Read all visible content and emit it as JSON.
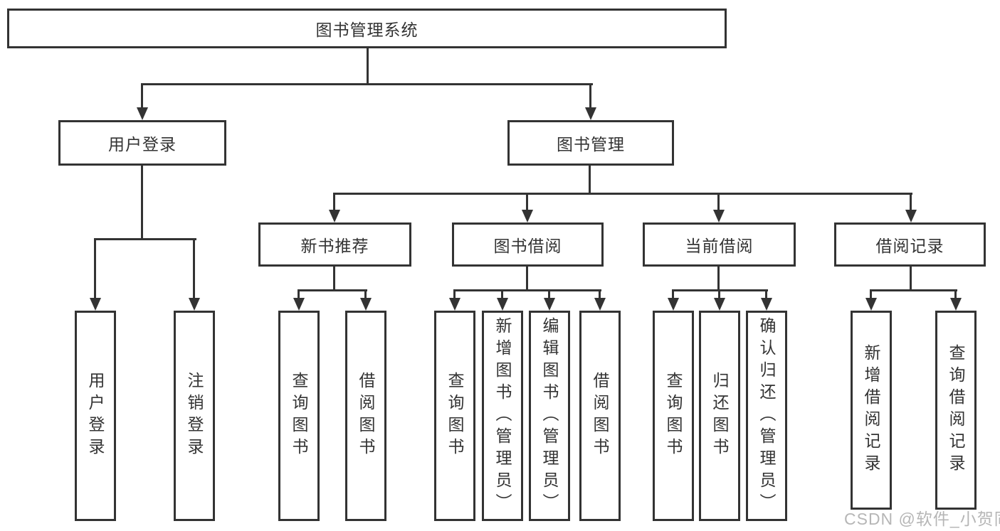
{
  "diagram_title": "图书管理系统",
  "nodes": {
    "root": {
      "label": "图书管理系统"
    },
    "user_login": {
      "label": "用户登录"
    },
    "book_mgmt": {
      "label": "图书管理"
    },
    "new_book_rec": {
      "label": "新书推荐"
    },
    "book_borrow": {
      "label": "图书借阅"
    },
    "current_borrow": {
      "label": "当前借阅"
    },
    "borrow_records": {
      "label": "借阅记录"
    },
    "leaf_user_login": {
      "label": "用户登录"
    },
    "leaf_logout": {
      "label": "注销登录"
    },
    "leaf_query_book_1": {
      "label": "查询图书"
    },
    "leaf_borrow_book_1": {
      "label": "借阅图书"
    },
    "leaf_query_book_2": {
      "label": "查询图书"
    },
    "leaf_add_book": {
      "label": "新增图书（管理员）"
    },
    "leaf_edit_book": {
      "label": "编辑图书（管理员）"
    },
    "leaf_borrow_book_2": {
      "label": "借阅图书"
    },
    "leaf_query_book_3": {
      "label": "查询图书"
    },
    "leaf_return_book": {
      "label": "归还图书"
    },
    "leaf_confirm_return": {
      "label": "确认归还（管理员）"
    },
    "leaf_add_record": {
      "label": "新增借阅记录"
    },
    "leaf_query_record": {
      "label": "查询借阅记录"
    }
  },
  "hierarchy": {
    "root": "图书管理系统",
    "children": [
      {
        "label": "用户登录",
        "children": [
          "用户登录",
          "注销登录"
        ]
      },
      {
        "label": "图书管理",
        "children": [
          {
            "label": "新书推荐",
            "children": [
              "查询图书",
              "借阅图书"
            ]
          },
          {
            "label": "图书借阅",
            "children": [
              "查询图书",
              "新增图书（管理员）",
              "编辑图书（管理员）",
              "借阅图书"
            ]
          },
          {
            "label": "当前借阅",
            "children": [
              "查询图书",
              "归还图书",
              "确认归还（管理员）"
            ]
          },
          {
            "label": "借阅记录",
            "children": [
              "新增借阅记录",
              "查询借阅记录"
            ]
          }
        ]
      }
    ]
  },
  "watermark": {
    "text": "CSDN @软件_小贺同学",
    "color": "#b6b6b6"
  },
  "colors": {
    "line": "#333333",
    "box_border": "#333333",
    "box_fill": "#ffffff",
    "text": "#333333",
    "background": "#ffffff"
  }
}
